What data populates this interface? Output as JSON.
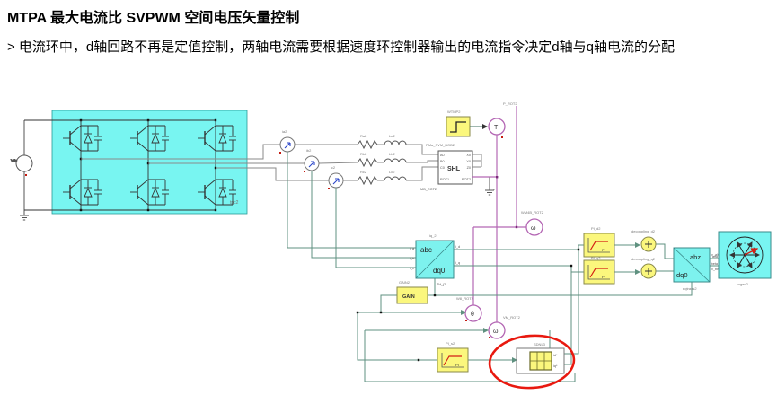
{
  "slide": {
    "title": "MTPA 最大电流比 SVPWM 空间电压矢量控制",
    "body": "> 电流环中，d轴回路不再是定值控制，两轴电流需要根据速度环控制器输出的电流指令决定d轴与q轴电流的分配"
  },
  "colors": {
    "inverter_highlight": "#78f5f1",
    "block_yellow": "#fbf77d",
    "wire_green": "#5f9180",
    "wire_purple": "#b467b4",
    "wire_gray": "#8a8a8a",
    "highlight_red": "#e8190f",
    "sensor_blue": "#2b46c8"
  },
  "labels": {
    "vdc": "Vdc",
    "tpc2": "tpc2",
    "ia": "ia2",
    "ib": "ib2",
    "ic": "ic2",
    "ra": "Ra2",
    "la": "La2",
    "rb": "Rb2",
    "lb": "Lb2",
    "rc": "Rc2",
    "lc": "Lc2",
    "machine_title": "PMa_SVM_BOB2",
    "machine": "SHL",
    "pa": "A0",
    "pb": "B0",
    "pc": "C0",
    "prot1": "ROT1",
    "px": "X0",
    "py": "Y0",
    "pz": "Z0",
    "prot2": "ROT2",
    "mb_rot2": "MB_ROT2",
    "n": "n",
    "wtmp2": "WTMP2",
    "t": "T",
    "p_rot2": "P_ROT2",
    "w_top_label": "WM4B_ROT2",
    "omega": "ω",
    "th_label": "W8_ROT2",
    "theta": "θ",
    "vm_label": "VM_ROT2",
    "iq_2": "iq_2",
    "abc": "abc",
    "dq0": "dq0",
    "thj2": "TH_j2",
    "iapin": "i_a",
    "ibpin": "i_b",
    "icpin": "i_c",
    "idpin": "i_d",
    "iqpin": "i_q",
    "gain": "GAIN",
    "gain2": "GAIN2",
    "pid": "PI_d2",
    "piq": "PI_q2",
    "pi": "PI",
    "decd": "decoupling_d2",
    "decq": "decoupling_q2",
    "abz": "abz",
    "dq0b": "dq0",
    "eqtrans": "eqtrans2",
    "valfa": "v_alfa2",
    "vbeta": "v_beta2",
    "svgen": "svgen2",
    "pis2": "PI_s2",
    "sdnl": "SDNL3",
    "id_ref": "id*",
    "iq_ref": "iq*",
    "alfa": "alfa",
    "beta": "beta"
  }
}
